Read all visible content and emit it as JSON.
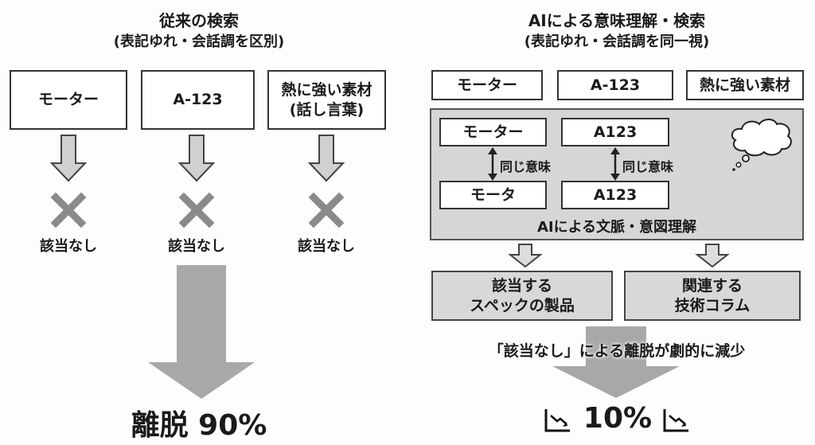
{
  "left": {
    "title": "従来の検索",
    "subtitle": "(表記ゆれ・会話調を区別)",
    "queries": [
      "モーター",
      "A-123",
      "熱に強い素材\n(話し言葉)"
    ],
    "result_label": "該当なし",
    "outcome": "離脱 90%"
  },
  "right": {
    "title": "AIによる意味理解・検索",
    "subtitle": "(表記ゆれ・会話調を同一視)",
    "queries": [
      "モーター",
      "A-123",
      "熱に強い素材"
    ],
    "ai_panel": {
      "pairs": [
        {
          "top": "モーター",
          "bottom": "モータ",
          "relation": "同じ意味"
        },
        {
          "top": "A123",
          "bottom": "A123",
          "relation": "同じ意味"
        }
      ],
      "caption": "AIによる文脈・意図理解"
    },
    "results": [
      "該当する\nスペックの製品",
      "関連する\n技術コラム"
    ],
    "effect": "「該当なし」による離脱が劇的に減少",
    "outcome": "10%"
  }
}
